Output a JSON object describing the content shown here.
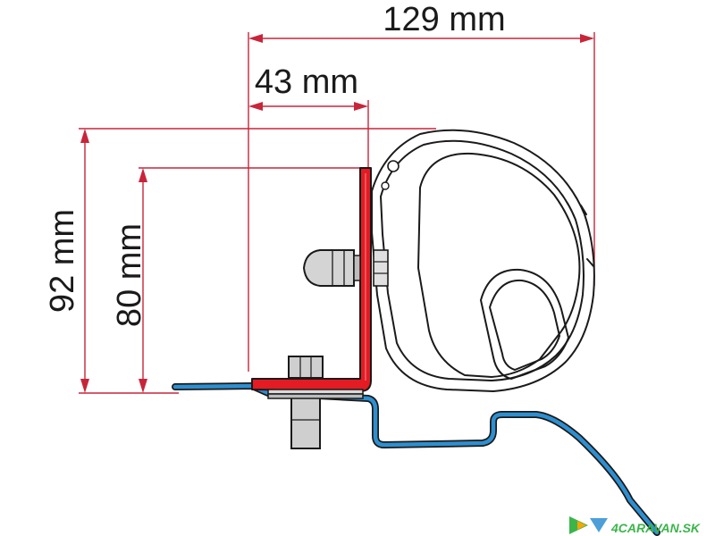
{
  "dimensions": {
    "overall_width": "129 mm",
    "bracket_offset": "43 mm",
    "overall_height": "92 mm",
    "bracket_height": "80 mm"
  },
  "colors": {
    "dimension_line": "#c8253a",
    "bracket": "#e31b23",
    "vehicle_rail": "#2e8fd0",
    "outline": "#1a1a1a"
  },
  "watermark": {
    "text": "4CARAVAN.SK"
  }
}
